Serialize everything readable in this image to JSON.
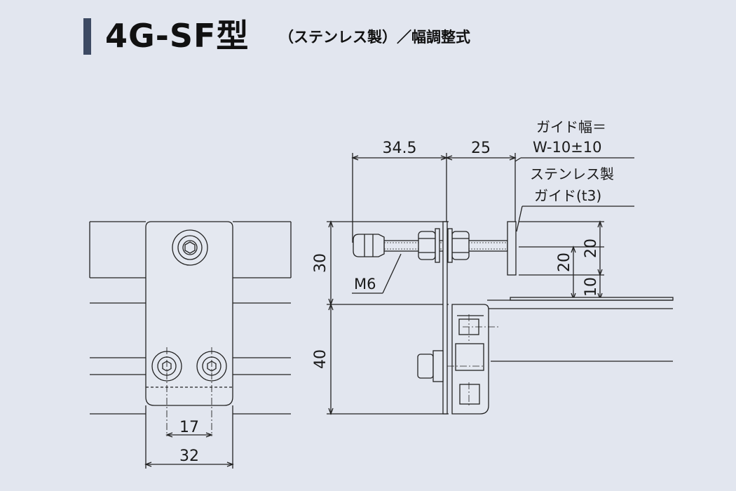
{
  "title": {
    "model": "4G-SF型",
    "subtitle": "（ステンレス製）／幅調整式"
  },
  "dimensions": {
    "bolt_pitch": "17",
    "bracket_width": "32",
    "d_34_5": "34.5",
    "d_25": "25",
    "upper_height": "30",
    "lower_height": "40",
    "right_20_outer": "20",
    "right_20_inner": "20",
    "right_10": "10"
  },
  "labels": {
    "guide_width_line1": "ガイド幅＝",
    "guide_width_line2": "W-10±10",
    "guide_material_line1": "ステンレス製",
    "guide_material_line2": "ガイド(t3)",
    "bolt": "M6"
  }
}
